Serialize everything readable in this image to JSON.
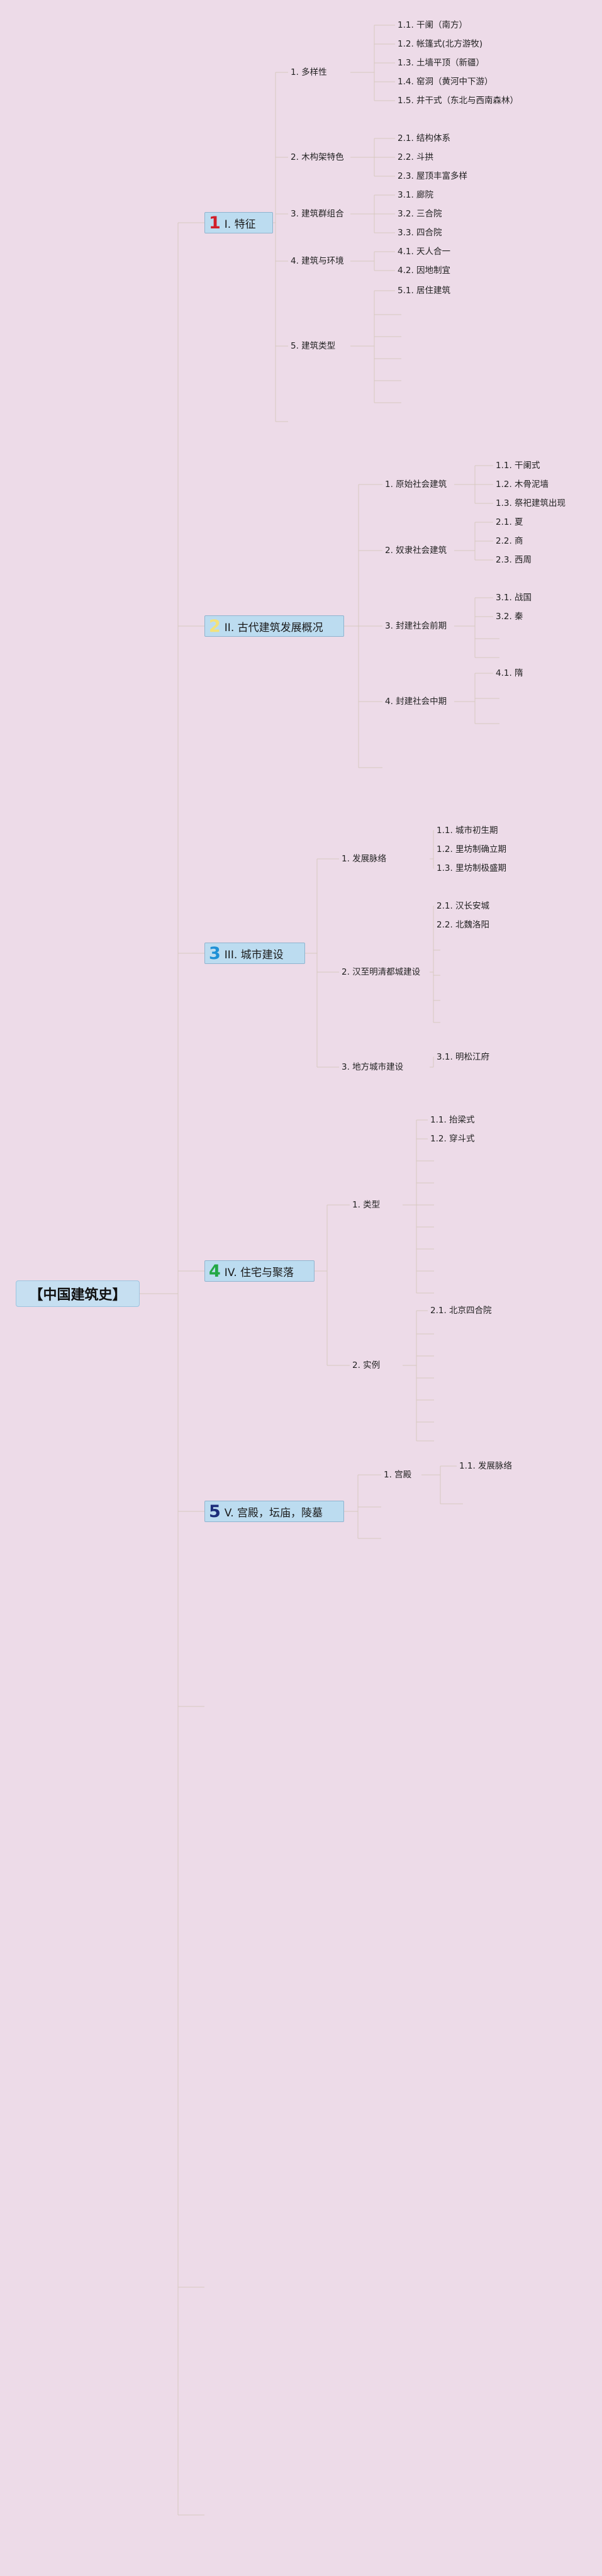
{
  "root": {
    "label": "【中国建筑史】"
  },
  "colors": {
    "background": "#eddbe8",
    "line": "#d7c8bf",
    "root_fill": "#c6dff1",
    "chapter_fill": "#bcdcf0"
  },
  "chapters": [
    {
      "num": "1",
      "num_color": "#d11f2a",
      "label": "I. 特征",
      "children": [
        {
          "label": "1. 多样性",
          "children": [
            {
              "label": "1.1. 干阑（南方）"
            },
            {
              "label": "1.2. 帐篷式(北方游牧)"
            },
            {
              "label": "1.3. 土墙平顶（新疆）"
            },
            {
              "label": "1.4. 窑洞（黄河中下游）"
            },
            {
              "label": "1.5. 井干式（东北与西南森林）"
            }
          ]
        },
        {
          "label": "2. 木构架特色",
          "children": [
            {
              "label": "2.1. 结构体系"
            },
            {
              "label": "2.2. 斗拱"
            },
            {
              "label": "2.3. 屋顶丰富多样"
            }
          ]
        },
        {
          "label": "3. 建筑群组合",
          "children": [
            {
              "label": "3.1. 廊院"
            },
            {
              "label": "3.2. 三合院"
            },
            {
              "label": "3.3. 四合院"
            }
          ]
        },
        {
          "label": "4. 建筑与环境",
          "children": [
            {
              "label": "4.1. 天人合一"
            },
            {
              "label": "4.2. 因地制宜"
            }
          ]
        },
        {
          "label": "5. 建筑类型",
          "children": [
            {
              "label": "5.1. 居住建筑"
            },
            {
              "label": ""
            },
            {
              "label": ""
            },
            {
              "label": ""
            },
            {
              "label": ""
            },
            {
              "label": ""
            }
          ]
        },
        {
          "label": ""
        }
      ]
    },
    {
      "num": "2",
      "num_color": "#f3e27a",
      "label": "II. 古代建筑发展概况",
      "children": [
        {
          "label": "1. 原始社会建筑",
          "children": [
            {
              "label": "1.1. 干阑式"
            },
            {
              "label": "1.2. 木骨泥墙"
            },
            {
              "label": "1.3. 祭祀建筑出现"
            }
          ]
        },
        {
          "label": "2. 奴隶社会建筑",
          "children": [
            {
              "label": "2.1. 夏"
            },
            {
              "label": "2.2. 商"
            },
            {
              "label": "2.3. 西周"
            }
          ]
        },
        {
          "label": "3. 封建社会前期",
          "children": [
            {
              "label": "3.1. 战国"
            },
            {
              "label": "3.2. 秦"
            },
            {
              "label": ""
            },
            {
              "label": ""
            }
          ]
        },
        {
          "label": "4. 封建社会中期",
          "children": [
            {
              "label": "4.1. 隋"
            },
            {
              "label": ""
            },
            {
              "label": ""
            }
          ]
        },
        {
          "label": ""
        }
      ]
    },
    {
      "num": "3",
      "num_color": "#1e90d6",
      "label": "III. 城市建设",
      "children": [
        {
          "label": "1. 发展脉络",
          "children": [
            {
              "label": "1.1. 城市初生期"
            },
            {
              "label": "1.2. 里坊制确立期"
            },
            {
              "label": "1.3. 里坊制极盛期"
            }
          ]
        },
        {
          "label": "2. 汉至明清都城建设",
          "children": [
            {
              "label": "2.1. 汉长安城"
            },
            {
              "label": "2.2. 北魏洛阳"
            },
            {
              "label": ""
            },
            {
              "label": ""
            },
            {
              "label": ""
            },
            {
              "label": ""
            }
          ]
        },
        {
          "label": "3. 地方城市建设",
          "children": [
            {
              "label": "3.1. 明松江府"
            }
          ]
        }
      ]
    },
    {
      "num": "4",
      "num_color": "#23a845",
      "label": "IV. 住宅与聚落",
      "children": [
        {
          "label": "1. 类型",
          "children": [
            {
              "label": "1.1. 抬梁式"
            },
            {
              "label": "1.2. 穿斗式"
            },
            {
              "label": ""
            },
            {
              "label": ""
            },
            {
              "label": ""
            },
            {
              "label": ""
            },
            {
              "label": ""
            },
            {
              "label": ""
            },
            {
              "label": ""
            }
          ]
        },
        {
          "label": "2. 实例",
          "children": [
            {
              "label": "2.1. 北京四合院"
            },
            {
              "label": ""
            },
            {
              "label": ""
            },
            {
              "label": ""
            },
            {
              "label": ""
            },
            {
              "label": ""
            },
            {
              "label": ""
            }
          ]
        }
      ]
    },
    {
      "num": "5",
      "num_color": "#1c2d7a",
      "label": "V. 宫殿，坛庙，陵墓",
      "children": [
        {
          "label": "1. 宫殿",
          "children": [
            {
              "label": "1.1. 发展脉络"
            },
            {
              "label": ""
            }
          ]
        },
        {
          "label": ""
        },
        {
          "label": ""
        }
      ]
    },
    {
      "num": "",
      "label": ""
    },
    {
      "num": "",
      "label": ""
    },
    {
      "num": "",
      "label": ""
    }
  ]
}
